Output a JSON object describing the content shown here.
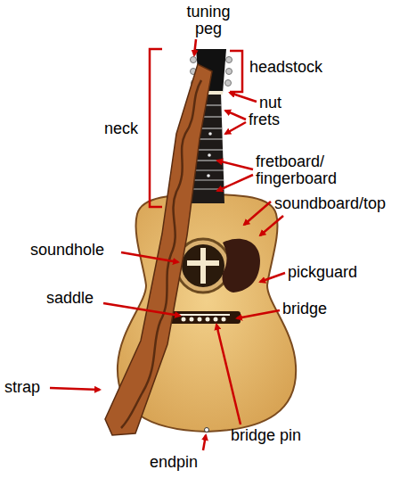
{
  "diagram": {
    "labels": [
      "tuning peg",
      "headstock",
      "nut",
      "frets",
      "neck",
      "fretboard/ fingerboard",
      "soundboard/top",
      "soundhole",
      "pickguard",
      "saddle",
      "bridge",
      "strap",
      "bridge pin",
      "endpin"
    ]
  }
}
